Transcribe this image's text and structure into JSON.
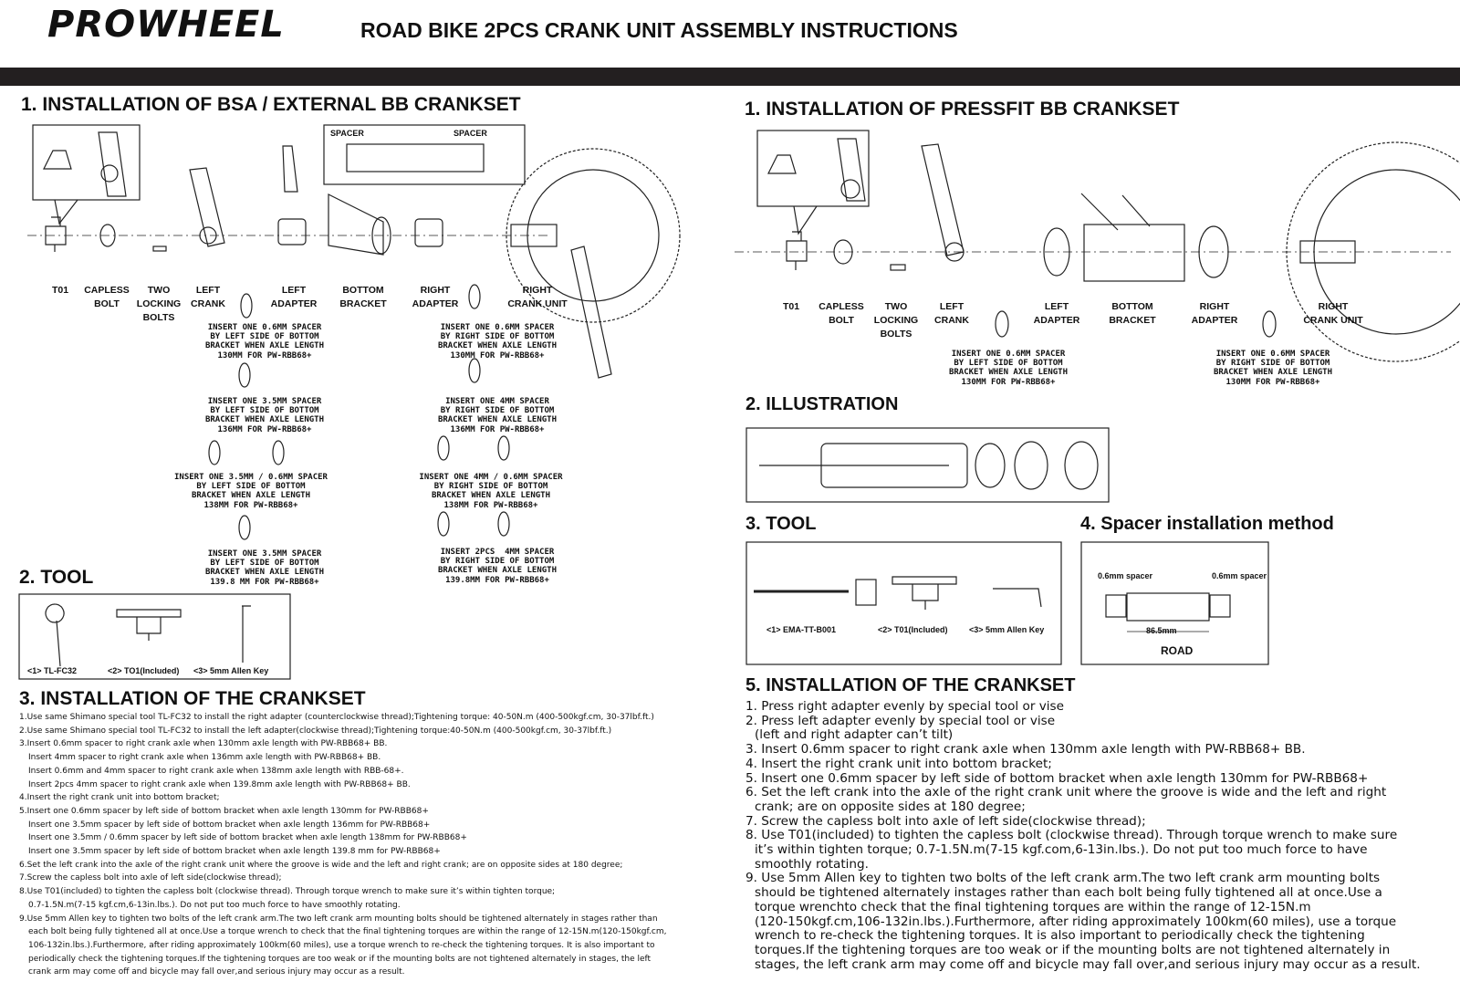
{
  "header": {
    "brand": "PROWHEEL",
    "title": "ROAD BIKE 2PCS CRANK UNIT ASSEMBLY INSTRUCTIONS"
  },
  "left": {
    "section1_title": "1. INSTALLATION OF BSA / EXTERNAL BB CRANKSET",
    "spacer_label_a": "SPACER",
    "spacer_label_b": "SPACER",
    "parts": [
      "T01",
      "CAPLESS\nBOLT",
      "TWO\nLOCKING\nBOLTS",
      "LEFT\nCRANK",
      "LEFT\nADAPTER",
      "BOTTOM\nBRACKET",
      "RIGHT\nADAPTER",
      "RIGHT\nCRANK UNIT"
    ],
    "notes_left": [
      "INSERT ONE 0.6MM SPACER\nBY LEFT SIDE OF BOTTOM\nBRACKET WHEN AXLE LENGTH\n130MM FOR PW-RBB68+",
      "INSERT ONE 3.5MM SPACER\nBY LEFT SIDE OF BOTTOM\nBRACKET WHEN AXLE LENGTH\n136MM FOR PW-RBB68+",
      "INSERT ONE 3.5MM / 0.6MM SPACER\nBY LEFT SIDE OF BOTTOM\nBRACKET WHEN AXLE LENGTH\n138MM FOR PW-RBB68+",
      "INSERT ONE 3.5MM SPACER\nBY LEFT SIDE OF BOTTOM\nBRACKET WHEN AXLE LENGTH\n139.8 MM FOR PW-RBB68+"
    ],
    "notes_right": [
      "INSERT ONE 0.6MM SPACER\nBY RIGHT SIDE OF BOTTOM\nBRACKET WHEN AXLE LENGTH\n130MM FOR PW-RBB68+",
      "INSERT ONE 4MM SPACER\nBY RIGHT SIDE OF BOTTOM\nBRACKET WHEN AXLE LENGTH\n136MM FOR PW-RBB68+",
      "INSERT ONE 4MM / 0.6MM SPACER\nBY RIGHT SIDE OF BOTTOM\nBRACKET WHEN AXLE LENGTH\n138MM FOR PW-RBB68+",
      "INSERT 2PCS  4MM SPACER\nBY RIGHT SIDE OF BOTTOM\nBRACKET WHEN AXLE LENGTH\n139.8MM FOR PW-RBB68+"
    ],
    "section2_title": "2. TOOL",
    "tools": [
      "<1> TL-FC32",
      "<2> TO1(Included)",
      "<3> 5mm Allen Key"
    ],
    "section3_title": "3. INSTALLATION OF THE CRANKSET",
    "instructions": [
      "1.Use same Shimano special tool TL-FC32 to install the right adapter (counterclockwise thread);Tightening  torque: 40-50N.m (400-500kgf.cm, 30-37lbf.ft.)",
      "2.Use same Shimano special tool TL-FC32 to install the left adapter(clockwise thread);Tightening  torque:40-50N.m (400-500kgf.cm, 30-37lbf.ft.)",
      "3.Insert 0.6mm spacer to right crank axle when 130mm axle length with PW-RBB68+ BB.",
      "Insert 4mm spacer to right crank axle when 136mm axle length with PW-RBB68+ BB.",
      "Insert 0.6mm and 4mm spacer to right crank axle when 138mm axle length with RBB-68+.",
      "Insert 2pcs 4mm spacer to right crank axle when 139.8mm axle length with PW-RBB68+ BB.",
      "4.Insert the right crank unit into bottom bracket;",
      "5.Insert one 0.6mm spacer by left side of bottom bracket when axle length 130mm for PW-RBB68+",
      "Insert one 3.5mm spacer by left side of bottom bracket when axle length 136mm for PW-RBB68+",
      "Insert one 3.5mm / 0.6mm spacer by left side of bottom bracket when axle length 138mm for PW-RBB68+",
      "Insert one 3.5mm spacer by left side of bottom bracket when axle length 139.8 mm for PW-RBB68+",
      "6.Set the left crank into the axle of the right crank unit where the groove is wide and the left and right crank; are on opposite sides at 180 degree;",
      "7.Screw the capless bolt into axle of left side(clockwise thread);",
      "8.Use T01(included) to tighten the capless bolt (clockwise thread).  Through torque  wrench to make sure it’s within tighten torque;",
      "0.7-1.5N.m(7-15 kgf.cm,6-13in.lbs.).  Do not put too much force to have smoothly rotating.",
      "9.Use 5mm Allen key to tighten two bolts of the left crank arm.The two left crank arm mounting bolts should be tightened alternately in stages rather than",
      "each bolt being fully tightened all at once.Use a torque wrench to check that the final tightening torques are within the range of 12-15N.m(120-150kgf.cm,",
      "106-132in.lbs.).Furthermore, after riding approximately 100km(60 miles), use a torque wrench to re-check the tightening torques. It is also important to",
      "periodically check the tightening torques.If the tightening torques are too weak or if the mounting bolts are not tightened alternately in stages, the left",
      "crank arm may come off and bicycle  may fall over,and serious injury may occur as a result."
    ]
  },
  "right": {
    "section1_title": "1. INSTALLATION OF PRESSFIT BB CRANKSET",
    "parts": [
      "T01",
      "CAPLESS\nBOLT",
      "TWO\nLOCKING\nBOLTS",
      "LEFT\nCRANK",
      "LEFT\nADAPTER",
      "BOTTOM\nBRACKET",
      "RIGHT\nADAPTER",
      "RIGHT\nCRANK UNIT"
    ],
    "note_left": "INSERT ONE 0.6MM SPACER\nBY LEFT SIDE OF BOTTOM\nBRACKET WHEN AXLE LENGTH\n130MM FOR PW-RBB68+",
    "note_right": "INSERT ONE 0.6MM SPACER\nBY RIGHT SIDE OF BOTTOM\nBRACKET WHEN AXLE LENGTH\n130MM FOR PW-RBB68+",
    "section2_title": "2. ILLUSTRATION",
    "section3_title": "3. TOOL",
    "tools": [
      "<1> EMA-TT-B001",
      "<2> T01(Included)",
      "<3> 5mm Allen Key"
    ],
    "section4_title": "4. Spacer installation method",
    "spacer_left": "0.6mm spacer",
    "spacer_right": "0.6mm spacer",
    "dimension": "86.5mm",
    "road": "ROAD",
    "section5_title": "5. INSTALLATION OF THE CRANKSET",
    "instructions": [
      "1. Press right adapter evenly by special tool or vise",
      "2. Press left adapter evenly by special tool or vise",
      "(left and right adapter can’t tilt)",
      "3. Insert 0.6mm spacer to right crank axle when 130mm axle length with PW-RBB68+ BB.",
      "4. Insert the right crank unit into bottom bracket;",
      "5. Insert one 0.6mm spacer by left side of bottom bracket when axle length 130mm for PW-RBB68+",
      "6. Set the left crank into the axle of the right crank unit where the groove is wide and the left and right",
      "crank; are on opposite sides at 180 degree;",
      "7. Screw the capless bolt into axle of left side(clockwise thread);",
      "8. Use T01(included) to tighten the capless bolt (clockwise thread).  Through torque  wrench to make sure",
      "it’s within tighten torque; 0.7-1.5N.m(7-15 kgf.com,6-13in.lbs.).  Do not put too much force to have",
      "smoothly rotating.",
      "9. Use 5mm Allen key to tighten two bolts of the left crank arm.The two left crank arm mounting bolts",
      "should be tightened alternately instages rather than each bolt being fully tightened all at once.Use a",
      "torque wrenchto check that the final tightening torques are within the range of 12-15N.m",
      "(120-150kgf.cm,106-132in.lbs.).Furthermore, after riding approximately 100km(60 miles), use a torque",
      "wrench to re-check the tightening torques. It is also important to periodically check the tightening",
      "torques.If the tightening torques are too weak or if the mounting bolts are not tightened alternately in",
      "stages, the left crank arm may come off and bicycle  may fall over,and serious injury may occur as a result."
    ]
  }
}
